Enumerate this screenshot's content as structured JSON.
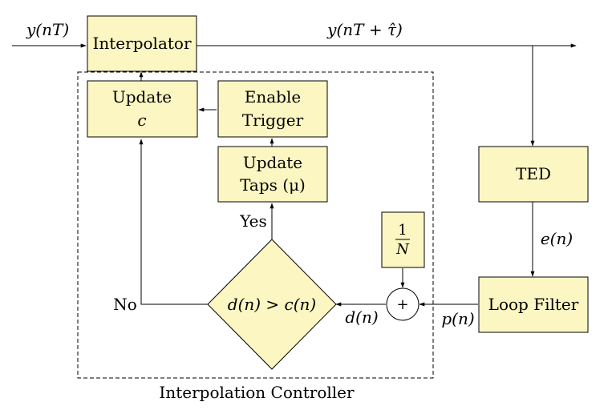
{
  "blocks": {
    "interpolator": "Interpolator",
    "update_c_line1": "Update",
    "update_c_line2": "c",
    "enable_trigger_line1": "Enable",
    "enable_trigger_line2": "Trigger",
    "update_taps_line1": "Update",
    "update_taps_line2": "Taps (μ)",
    "ted": "TED",
    "loop_filter": "Loop Filter",
    "one_over_n_num": "1",
    "one_over_n_den": "N",
    "decision": "d(n) > c(n)",
    "adder": "+"
  },
  "signals": {
    "input": "y(nT)",
    "output": "y(nT + τ̂)",
    "error": "e(n)",
    "p": "p(n)",
    "d": "d(n)"
  },
  "branches": {
    "yes": "Yes",
    "no": "No"
  },
  "group_label": "Interpolation Controller"
}
